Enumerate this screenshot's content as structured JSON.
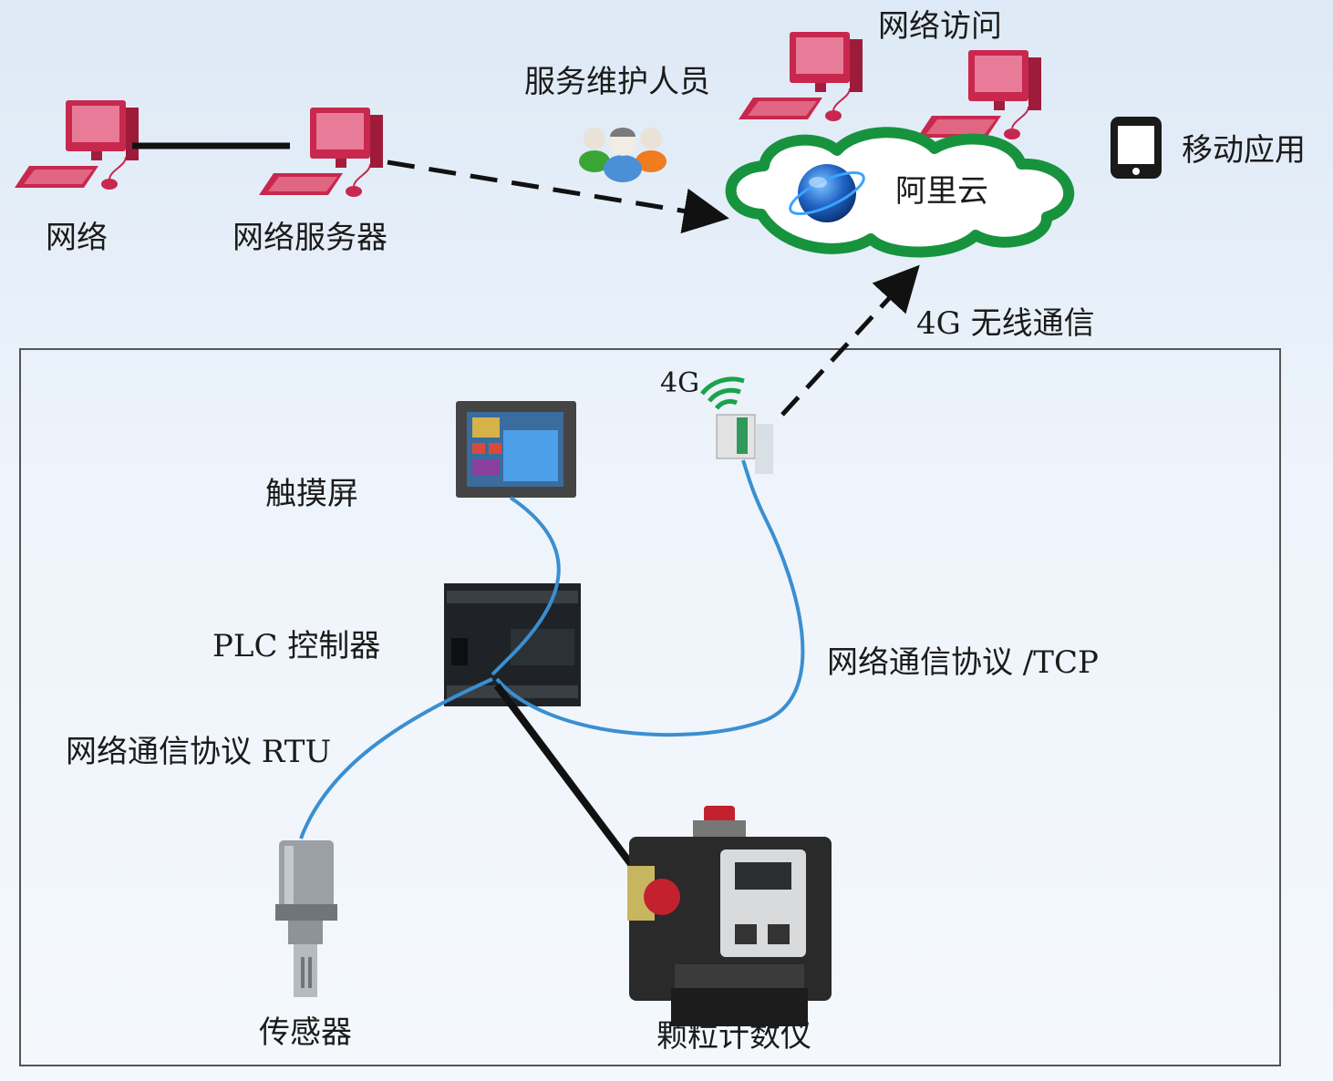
{
  "labels": {
    "network": "网络",
    "web_server": "网络服务器",
    "service_staff": "服务维护人员",
    "network_access": "网络访问",
    "mobile_app": "移动应用",
    "aliyun": "阿里云",
    "wireless_4g": "4G 无线通信",
    "module_4g": "4G",
    "touch_screen": "触摸屏",
    "plc": "PLC 控制器",
    "protocol_tcp": "网络通信协议 /TCP",
    "protocol_rtu": "网络通信协议 RTU",
    "sensor": "传感器",
    "particle_counter": "颗粒计数仪"
  },
  "icons": {
    "computer": "computer-icon",
    "people": "people-icon",
    "cloud": "cloud-icon",
    "globe": "globe-icon",
    "tablet": "tablet-icon",
    "wifi": "wifi-signal-icon"
  },
  "colors": {
    "computer": "#c8284e",
    "cloud_border": "#17933e",
    "cable": "#3a8fd0",
    "black_cable": "#111111",
    "frame": "#555555"
  }
}
